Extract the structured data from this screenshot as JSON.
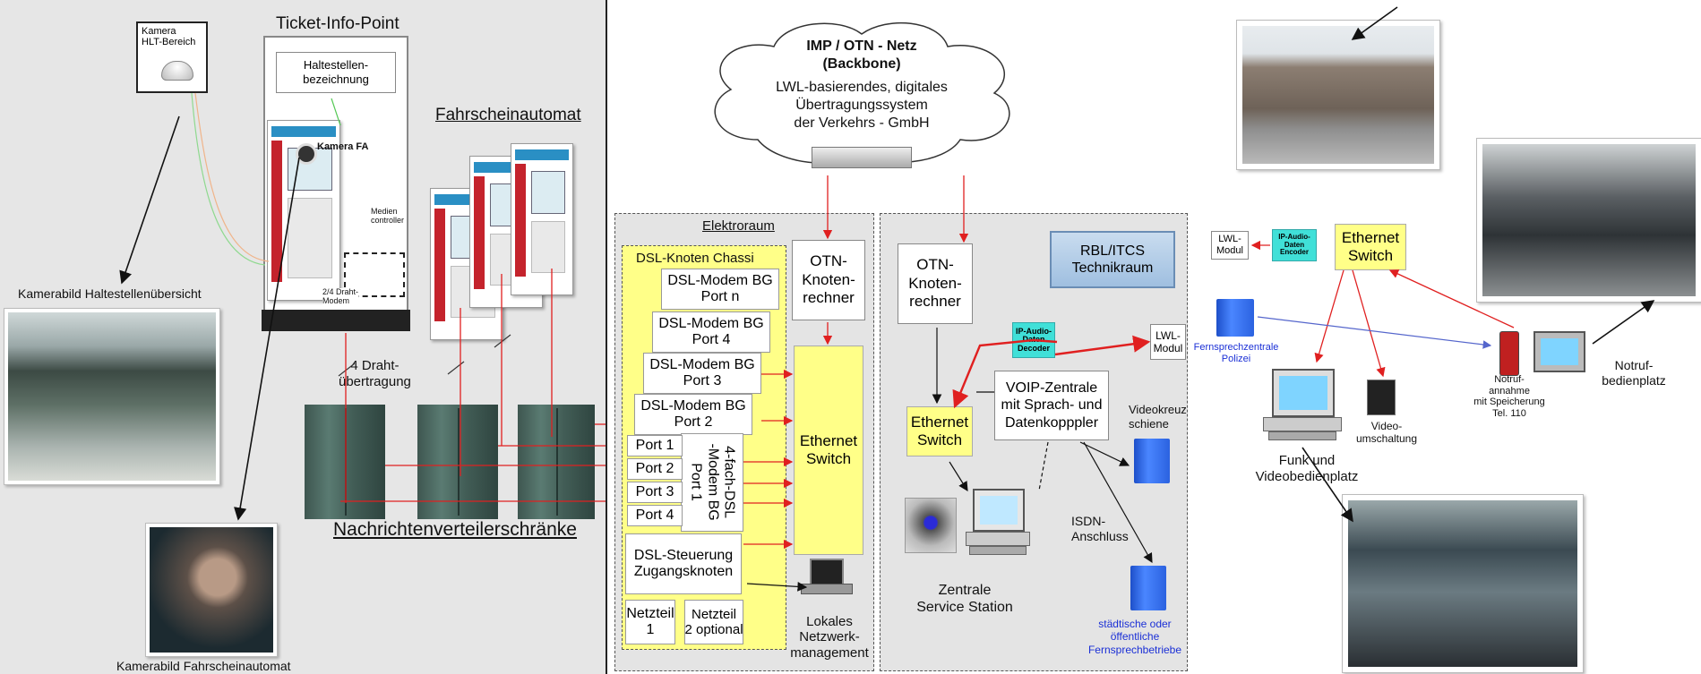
{
  "left": {
    "kamera_hlt": "Kamera\nHLT-Bereich",
    "ticket_info_point": "Ticket-Info-Point",
    "haltestellenbezeichnung": "Haltestellen-\nbezeichnung",
    "fahrscheinautomat": "Fahrscheinautomat",
    "kamera_fa": "Kamera FA",
    "medien_controller": "Medien\ncontroller",
    "drahtmodem": "2/4 Draht-\nModem",
    "kamerabild_haltestelle": "Kamerabild Haltestellenübersicht",
    "vier_draht": "4 Draht-\nübertragung",
    "nachrichtenverteiler": "Nachrichtenverteilerschränke",
    "kamerabild_fa": "Kamerabild Fahrscheinautomat"
  },
  "middle": {
    "cloud_title": "IMP / OTN - Netz\n(Backbone)",
    "cloud_text": "LWL-basierendes, digitales\nÜbertragungssystem\nder Verkehrs - GmbH",
    "elektroraum": "Elektroraum",
    "dsl_chassi": "DSL-Knoten Chassi",
    "modems": [
      "DSL-Modem BG\nPort n",
      "DSL-Modem BG\nPort 4",
      "DSL-Modem BG\nPort 3",
      "DSL-Modem BG\nPort 2"
    ],
    "ports": [
      "Port 1",
      "Port 2",
      "Port 3",
      "Port 4"
    ],
    "vierfach": "4-fach-DSL\n-Modem BG\nPort 1",
    "dsl_steuerung": "DSL-Steuerung\nZugangsknoten",
    "netzteil1": "Netzteil\n1",
    "netzteil2": "Netzteil\n2 optional",
    "otn_knoten_1": "OTN-\nKnoten-\nrechner",
    "ethernet_switch_1": "Ethernet\nSwitch",
    "lokales": "Lokales\nNetzwerk-\nmanagement",
    "otn_knoten_2": "OTN-\nKnoten-\nrechner",
    "rbl": "RBL/ITCS\nTechnikraum",
    "ip_audio": "IP-Audio-\nDaten\nDecoder",
    "lwl_modul": "LWL-\nModul",
    "voip": "VOIP-Zentrale\nmit Sprach- und\nDatenkopppler",
    "ethernet_switch_2": "Ethernet\nSwitch",
    "videokreuz": "Videokreuz\nschiene",
    "isdn": "ISDN-\nAnschluss",
    "zentrale": "Zentrale\nService Station",
    "staedtische": "städtische oder\nöffentliche\nFernsprechbetriebe"
  },
  "right": {
    "lwl_modul": "LWL-\nModul",
    "ip_audio": "IP-Audio-\nDaten\nEncoder",
    "ethernet_switch": "Ethernet\nSwitch",
    "fernsprech": "Fernsprechzentrale\nPolizei",
    "notruf_annahme": "Notruf-\nannahme\nmit Speicherung\nTel. 110",
    "notruf_bedien": "Notruf-\nbedienplatz",
    "video_umschaltung": "Video-\numschaltung",
    "funk": "Funk und\nVideobedienplatz"
  },
  "colors": {
    "yellow": "#ffff88",
    "red": "#e02020",
    "blue_text": "#1a2fd6",
    "cyan": "#40e0d8"
  }
}
